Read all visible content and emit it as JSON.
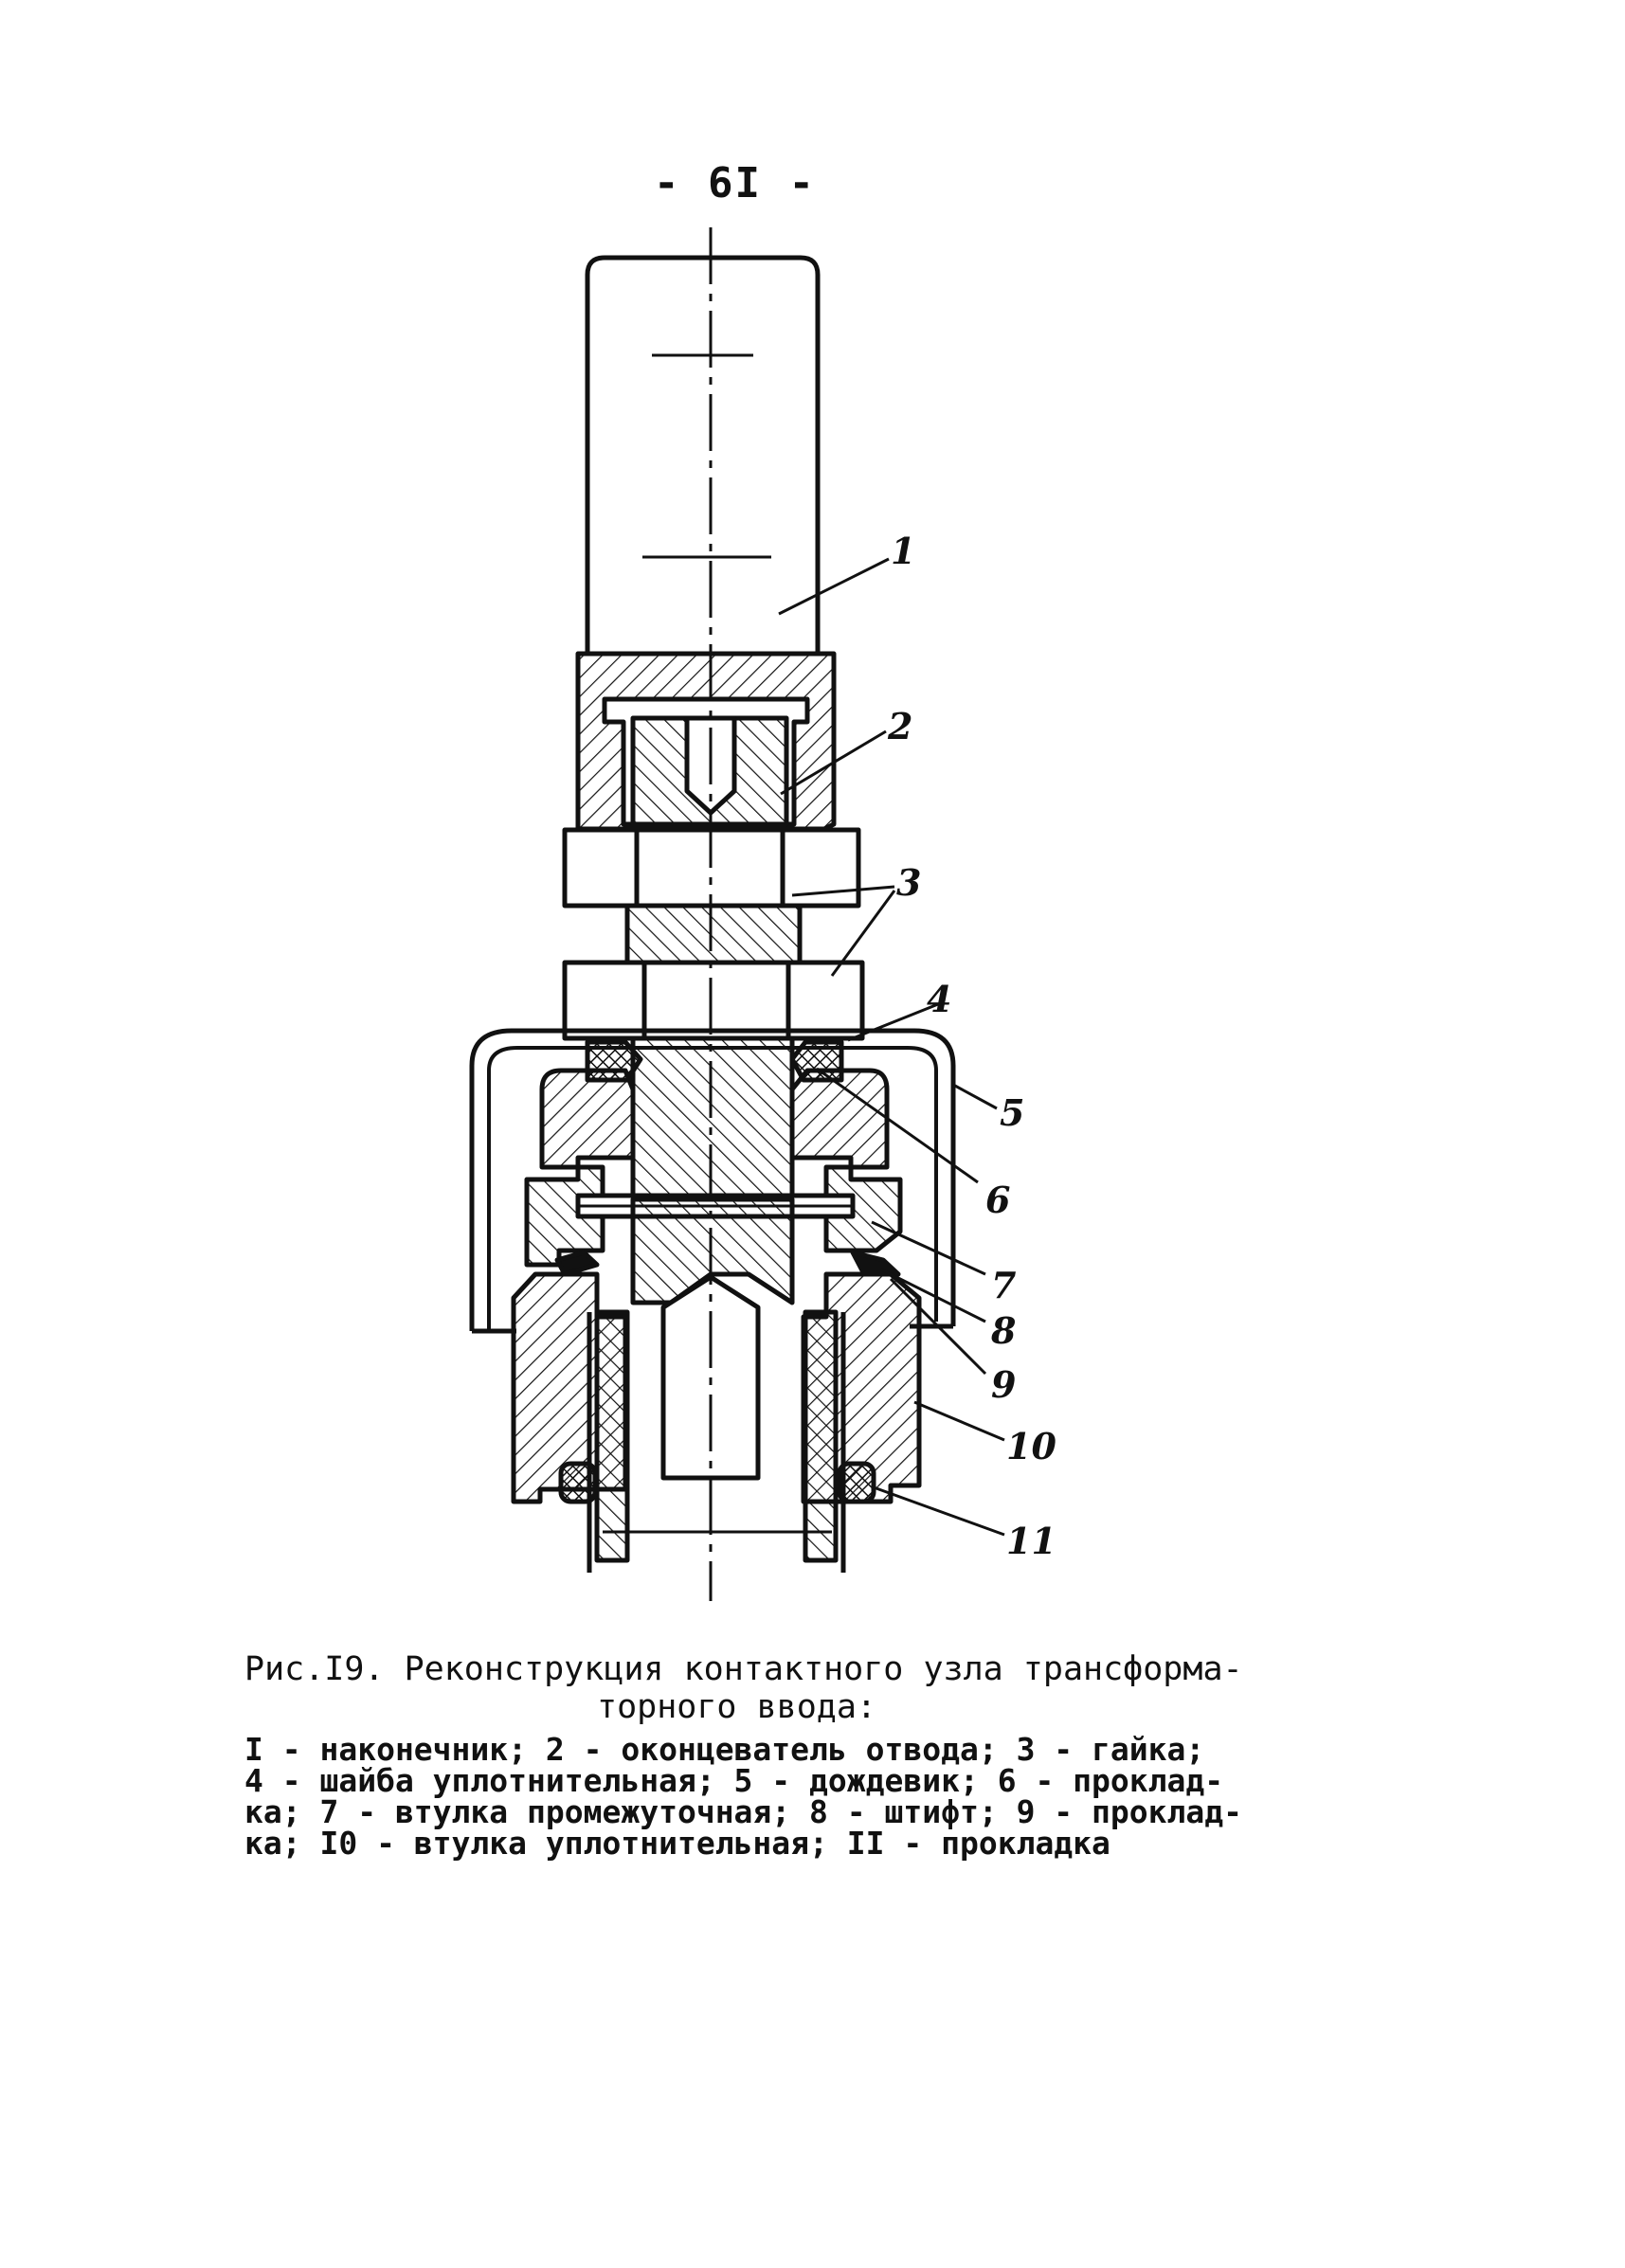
{
  "page": {
    "number": "- 6I -"
  },
  "figure": {
    "callouts": [
      "1",
      "2",
      "3",
      "4",
      "5",
      "6",
      "7",
      "8",
      "9",
      "10",
      "11"
    ],
    "caption_line1": "Рис.I9. Реконструкция контактного узла трансформа-",
    "caption_line2": "торного ввода:",
    "legend_lines": [
      "I - наконечник; 2 - оконцеватель отвода; 3 - гайка;",
      "4 - шайба уплотнительная; 5 - дождевик; 6 - проклад-",
      "ка; 7 - втулка промежуточная; 8 - штифт; 9 - проклад-",
      "ка; I0 - втулка уплотнительная; II - прокладка"
    ]
  },
  "colors": {
    "ink": "#111111",
    "paper": "#ffffff"
  }
}
